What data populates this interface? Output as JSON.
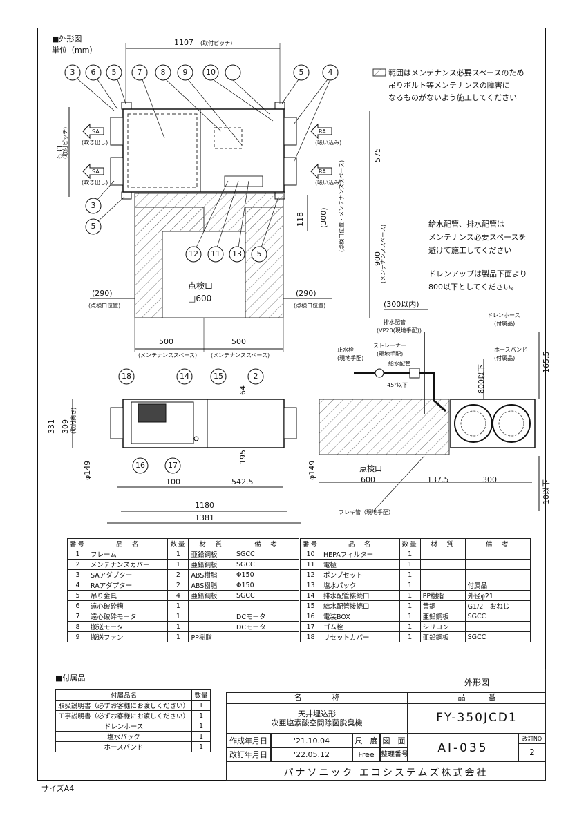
{
  "drawing": {
    "title": "■外形図",
    "unit": "単位（mm）",
    "size_note": "サイズA4"
  },
  "dims": {
    "d1107": "1107",
    "d1107_note": "(取付ピッチ)",
    "d631": "631",
    "d631_note": "(取付ピッチ)",
    "d575": "575",
    "d300": "(300)",
    "d300_note": "(点検口位置・メンテナンススペース)",
    "d118": "118",
    "d900": "900",
    "d900_note": "(メンテナンススペース)",
    "d290l": "(290)",
    "d290r": "(290)",
    "d290_note": "(点検口位置)",
    "d500l": "500",
    "d500r": "500",
    "d500_note": "(メンテナンススペース)",
    "inspect": "点検口",
    "inspect600": "□600",
    "d331": "331",
    "d309": "309",
    "d309_note": "(取付高さ)",
    "d64": "64",
    "d195": "195",
    "phi149l": "φ149",
    "phi149r": "φ149",
    "d100": "100",
    "d5425": "542.5",
    "d1180": "1180",
    "d1381": "1381",
    "d300in": "(300以内)",
    "d600": "600",
    "d1375": "137.5",
    "d300b": "300",
    "d10": "10以下",
    "d800": "800以下",
    "d1655": "165.5",
    "angle": "45°以下"
  },
  "labels": {
    "sa": "SA",
    "ra": "RA",
    "sa_note": "(吹き出し)",
    "ra_note": "(吸い込み)",
    "drain_pipe": "排水配管",
    "drain_pipe_note": "(VP20(現地手配))",
    "drain_hose": "ドレンホース",
    "drain_hose_note": "(付属品)",
    "hose_band": "ホースバンド",
    "hose_band_note": "(付属品)",
    "stop_valve": "止水栓",
    "stop_valve_note": "(現地手配)",
    "strainer": "ストレーナー",
    "strainer_note": "(現地手配)",
    "supply_pipe": "給水配管",
    "flex": "フレキ管（現地手配）",
    "inspect_port": "点検口"
  },
  "notes": {
    "maint": [
      "範囲はメンテナンス必要スペースのため",
      "吊りボルト等メンテナンスの障害に",
      "なるものがないよう施工してください"
    ],
    "pipe": [
      "給水配管、排水配管は",
      "メンテナンス必要スペースを",
      "避けて施工してください"
    ],
    "drain": [
      "ドレンアップは製品下面より",
      "800以下としてください。"
    ]
  },
  "callouts": [
    "3",
    "6",
    "5",
    "7",
    "8",
    "9",
    "10",
    "5",
    "4",
    "3",
    "5",
    "12",
    "11",
    "13",
    "5",
    "18",
    "14",
    "15",
    "2",
    "16",
    "17"
  ],
  "parts_header": {
    "no": "番号",
    "name": "品　名",
    "qty": "数量",
    "material": "材　質",
    "remarks": "備　考"
  },
  "parts": [
    {
      "no": "1",
      "name": "フレーム",
      "qty": "1",
      "material": "亜鉛鋼板",
      "remarks": "SGCC"
    },
    {
      "no": "2",
      "name": "メンテナンスカバー",
      "qty": "1",
      "material": "亜鉛鋼板",
      "remarks": "SGCC"
    },
    {
      "no": "3",
      "name": "SAアダプター",
      "qty": "2",
      "material": "ABS樹脂",
      "remarks": "Φ150"
    },
    {
      "no": "4",
      "name": "RAアダプター",
      "qty": "2",
      "material": "ABS樹脂",
      "remarks": "Φ150"
    },
    {
      "no": "5",
      "name": "吊り金具",
      "qty": "4",
      "material": "亜鉛鋼板",
      "remarks": "SGCC"
    },
    {
      "no": "6",
      "name": "遠心破砕槽",
      "qty": "1",
      "material": "",
      "remarks": ""
    },
    {
      "no": "7",
      "name": "遠心破砕モータ",
      "qty": "1",
      "material": "",
      "remarks": "DCモータ"
    },
    {
      "no": "8",
      "name": "搬送モータ",
      "qty": "1",
      "material": "",
      "remarks": "DCモータ"
    },
    {
      "no": "9",
      "name": "搬送ファン",
      "qty": "1",
      "material": "PP樹脂",
      "remarks": ""
    },
    {
      "no": "10",
      "name": "HEPAフィルター",
      "qty": "1",
      "material": "",
      "remarks": ""
    },
    {
      "no": "11",
      "name": "電極",
      "qty": "1",
      "material": "",
      "remarks": ""
    },
    {
      "no": "12",
      "name": "ポンプセット",
      "qty": "1",
      "material": "",
      "remarks": ""
    },
    {
      "no": "13",
      "name": "塩水パック",
      "qty": "1",
      "material": "",
      "remarks": "付属品"
    },
    {
      "no": "14",
      "name": "排水配管接続口",
      "qty": "1",
      "material": "PP樹脂",
      "remarks": "外径φ21"
    },
    {
      "no": "15",
      "name": "給水配管接続口",
      "qty": "1",
      "material": "黄銅",
      "remarks": "G1/2　おねじ"
    },
    {
      "no": "16",
      "name": "電装BOX",
      "qty": "1",
      "material": "亜鉛鋼板",
      "remarks": "SGCC"
    },
    {
      "no": "17",
      "name": "ゴム栓",
      "qty": "1",
      "material": "シリコン",
      "remarks": ""
    },
    {
      "no": "18",
      "name": "リセットカバー",
      "qty": "1",
      "material": "亜鉛鋼板",
      "remarks": "SGCC"
    }
  ],
  "accessories": {
    "title": "■付属品",
    "header_name": "付属品名",
    "header_qty": "数量",
    "items": [
      {
        "name": "取扱説明書（必ずお客様にお渡しください）",
        "qty": "1"
      },
      {
        "name": "工事説明書（必ずお客様にお渡しください）",
        "qty": "1"
      },
      {
        "name": "ドレンホース",
        "qty": "1"
      },
      {
        "name": "塩水パック",
        "qty": "1"
      },
      {
        "name": "ホースバンド",
        "qty": "1"
      }
    ]
  },
  "titleblock": {
    "sheet": "外形図",
    "name_label": "名　　　　称",
    "number_label": "品　　　番",
    "name1": "天井埋込形",
    "name2": "次亜塩素酸空間除菌脱臭機",
    "model": "FY-350JCD1",
    "created_label": "作成年月日",
    "created": "'21.10.04",
    "revised_label": "改訂年月日",
    "revised": "'22.05.12",
    "scale_label": "尺　度",
    "scale": "Free",
    "drawing_label": "図　面",
    "mgmt_label": "整理番号",
    "drawing_no": "AI-035",
    "rev_label": "改訂NO",
    "rev": "2",
    "company": "パナソニック エコシステムズ株式会社"
  }
}
